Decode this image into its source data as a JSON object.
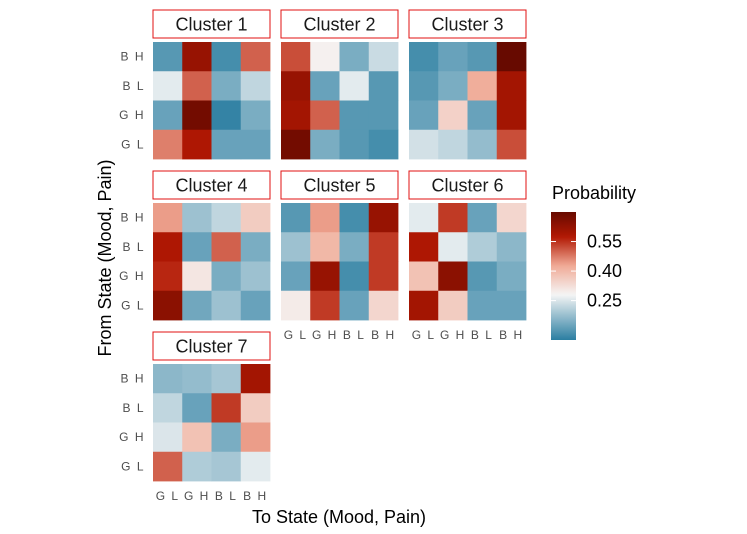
{
  "chart_data": {
    "type": "heatmap",
    "xlabel": "To State (Mood, Pain)",
    "ylabel": "From State (Mood, Pain)",
    "x_categories": [
      "G L",
      "G H",
      "B L",
      "B H"
    ],
    "y_categories": [
      "B H",
      "B L",
      "G H",
      "G L"
    ],
    "legend": {
      "title": "Probability",
      "ticks": [
        "0.55",
        "0.40",
        "0.25"
      ],
      "tick_values": [
        0.55,
        0.4,
        0.25
      ],
      "range": [
        0.05,
        0.7
      ],
      "colors": {
        "low": "#2b7ea1",
        "mid": "#f5f5f5",
        "high": "#670a00"
      }
    },
    "facets": [
      {
        "name": "Cluster 1",
        "values": [
          [
            0.1,
            0.62,
            0.08,
            0.5
          ],
          [
            0.26,
            0.5,
            0.14,
            0.22
          ],
          [
            0.12,
            0.68,
            0.06,
            0.14
          ],
          [
            0.47,
            0.58,
            0.12,
            0.12
          ]
        ]
      },
      {
        "name": "Cluster 2",
        "values": [
          [
            0.52,
            0.29,
            0.14,
            0.23
          ],
          [
            0.62,
            0.12,
            0.26,
            0.1
          ],
          [
            0.6,
            0.5,
            0.1,
            0.1
          ],
          [
            0.68,
            0.14,
            0.1,
            0.08
          ]
        ]
      },
      {
        "name": "Cluster 3",
        "values": [
          [
            0.08,
            0.12,
            0.1,
            0.7
          ],
          [
            0.1,
            0.14,
            0.42,
            0.6
          ],
          [
            0.12,
            0.35,
            0.12,
            0.6
          ],
          [
            0.24,
            0.22,
            0.17,
            0.52
          ]
        ]
      },
      {
        "name": "Cluster 4",
        "values": [
          [
            0.44,
            0.18,
            0.22,
            0.36
          ],
          [
            0.58,
            0.12,
            0.5,
            0.14
          ],
          [
            0.56,
            0.31,
            0.14,
            0.18
          ],
          [
            0.64,
            0.13,
            0.18,
            0.12
          ]
        ]
      },
      {
        "name": "Cluster 5",
        "values": [
          [
            0.1,
            0.44,
            0.08,
            0.62
          ],
          [
            0.18,
            0.4,
            0.14,
            0.54
          ],
          [
            0.12,
            0.62,
            0.08,
            0.54
          ],
          [
            0.3,
            0.54,
            0.12,
            0.34
          ]
        ]
      },
      {
        "name": "Cluster 6",
        "values": [
          [
            0.26,
            0.54,
            0.12,
            0.34
          ],
          [
            0.58,
            0.26,
            0.2,
            0.16
          ],
          [
            0.38,
            0.64,
            0.1,
            0.14
          ],
          [
            0.6,
            0.36,
            0.12,
            0.12
          ]
        ]
      },
      {
        "name": "Cluster 7",
        "values": [
          [
            0.16,
            0.17,
            0.19,
            0.6
          ],
          [
            0.22,
            0.12,
            0.54,
            0.36
          ],
          [
            0.25,
            0.38,
            0.14,
            0.44
          ],
          [
            0.5,
            0.2,
            0.19,
            0.26
          ]
        ]
      }
    ]
  }
}
